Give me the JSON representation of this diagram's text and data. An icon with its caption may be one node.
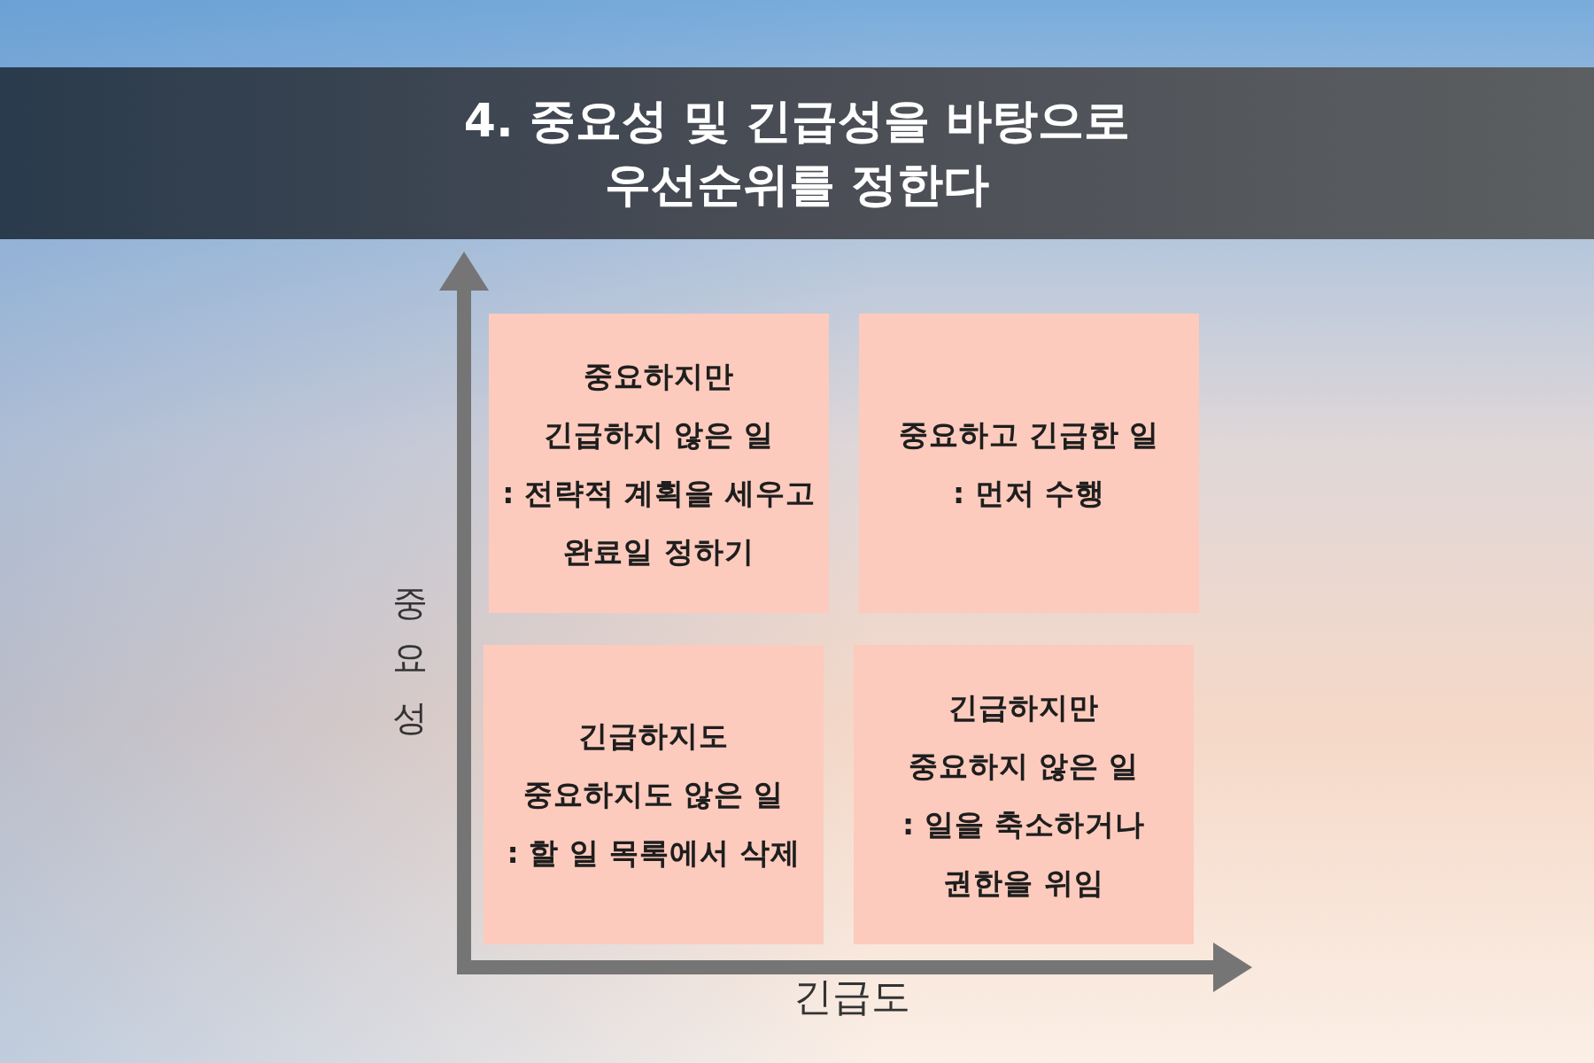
{
  "diagram": {
    "title": "4. 중요성 및 긴급성을 바탕으로 우선순위를 정한다",
    "nodes": [
      {
        "text": [
          "중요하지만 긴급하지 않은 일",
          ": 전략적 계획을 세우고 완료일 정하기"
        ]
      },
      {
        "text": [
          "중요하고 긴급한 일",
          ": 먼저 수행"
        ]
      },
      {
        "text": [
          "긴급하지도 중요하지도 않은 일",
          ": 할 일 목록에서 삭제"
        ]
      },
      {
        "text": [
          "긴급하지만 중요하지 않은 일",
          ": 일을 축소하거나 권한을 위임"
        ]
      }
    ],
    "labels": [
      "중요성",
      "긴급도"
    ]
  }
}
